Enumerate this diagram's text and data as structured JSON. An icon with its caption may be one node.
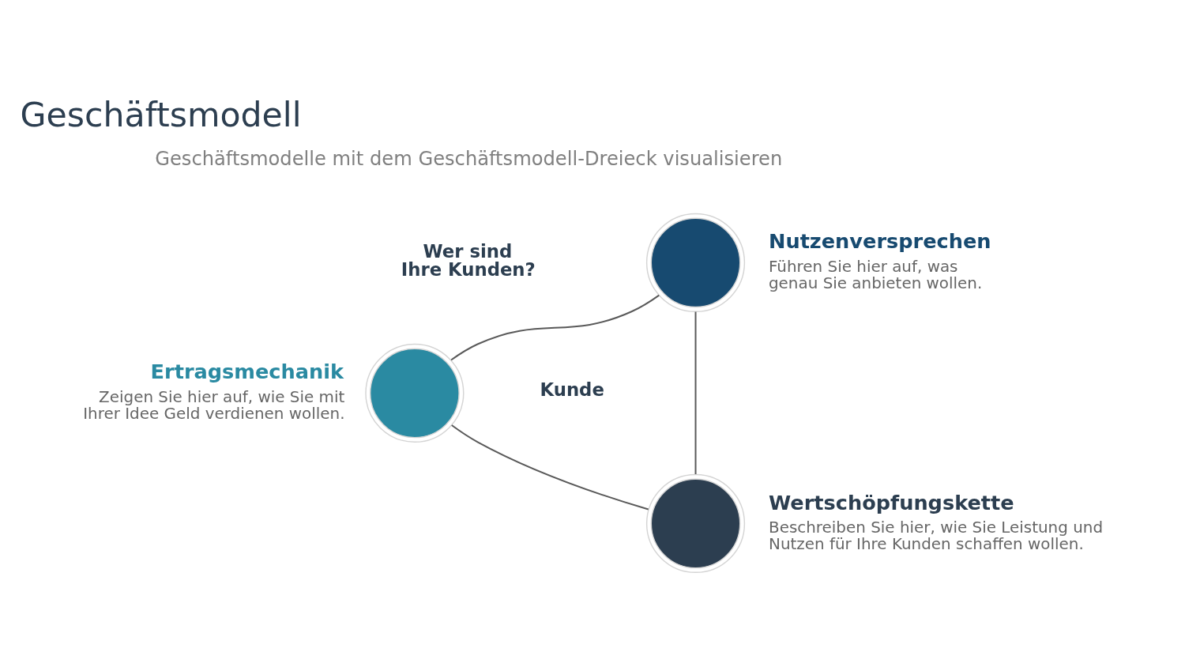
{
  "diagram": {
    "title": "Geschäftsmodell",
    "nodes": [
      {
        "text": [
          "Nutzenversprechen"
        ],
        "beside": [
          "Führen Sie hier auf, was genau Sie anbieten wollen."
        ]
      },
      {
        "text": [
          "Ertragsmechanik"
        ],
        "beside": [
          "Zeigen Sie hier auf, wie Sie mit Ihrer Idee Geld verdienen wollen."
        ]
      },
      {
        "text": [
          "Wertschöpfungskette"
        ],
        "beside": [
          "Beschreiben Sie hier, wie Sie Leistung und Nutzen für Ihre Kunden schaffen wollen."
        ]
      }
    ],
    "edges": [
      {
        "from": 0,
        "to": 1,
        "arrow": "none"
      },
      {
        "from": 0,
        "to": 2,
        "arrow": "none"
      },
      {
        "from": 1,
        "to": 2,
        "arrow": "none"
      }
    ],
    "labels": [
      "Geschäftsmodelle mit dem Geschäftsmodell-Dreieck visualisieren",
      "Wer sind Ihre Kunden?",
      "Kunde"
    ]
  }
}
